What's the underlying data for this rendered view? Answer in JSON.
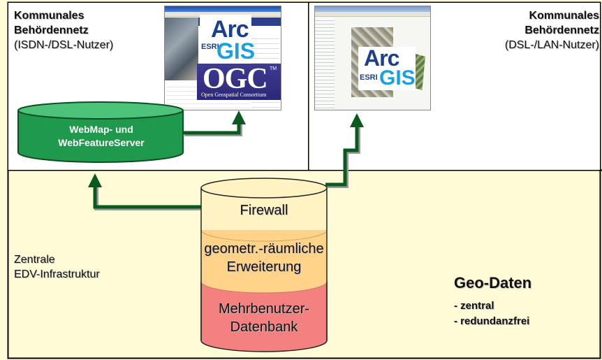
{
  "top_left": {
    "title_line1": "Kommunales",
    "title_line2": "Behördennetz",
    "subtitle": "(ISDN-/DSL-Nutzer)",
    "server_line1": "WebMap- und",
    "server_line2": "WebFeatureServer",
    "logo_arc": "Arc",
    "logo_gis": "GIS",
    "logo_esri": "ESRI",
    "logo_ogc": "OGC",
    "logo_tm": "TM",
    "logo_ogc_sub": "Open Geospatial Consortium"
  },
  "top_right": {
    "title_line1": "Kommunales",
    "title_line2": "Behördennetz",
    "subtitle": "(DSL-/LAN-Nutzer)",
    "logo_arc": "Arc",
    "logo_gis": "GIS",
    "logo_esri": "ESRI"
  },
  "bottom": {
    "zone_line1": "Zentrale",
    "zone_line2": "EDV-Infrastruktur",
    "layer_firewall": "Firewall",
    "layer_geo_line1": "geometr.-räumliche",
    "layer_geo_line2": "Erweiterung",
    "layer_db_line1": "Mehrbenutzer-",
    "layer_db_line2": "Datenbank",
    "geo_title": "Geo-Daten",
    "geo_item1": "- zentral",
    "geo_item2": "- redundanzfrei"
  },
  "colors": {
    "background": "#fffbd6",
    "firewall": "#fff3c4",
    "extension": "#ffd28a",
    "database": "#f48080",
    "server": "#1f9a4c",
    "arrow": "#0a5a1e"
  }
}
